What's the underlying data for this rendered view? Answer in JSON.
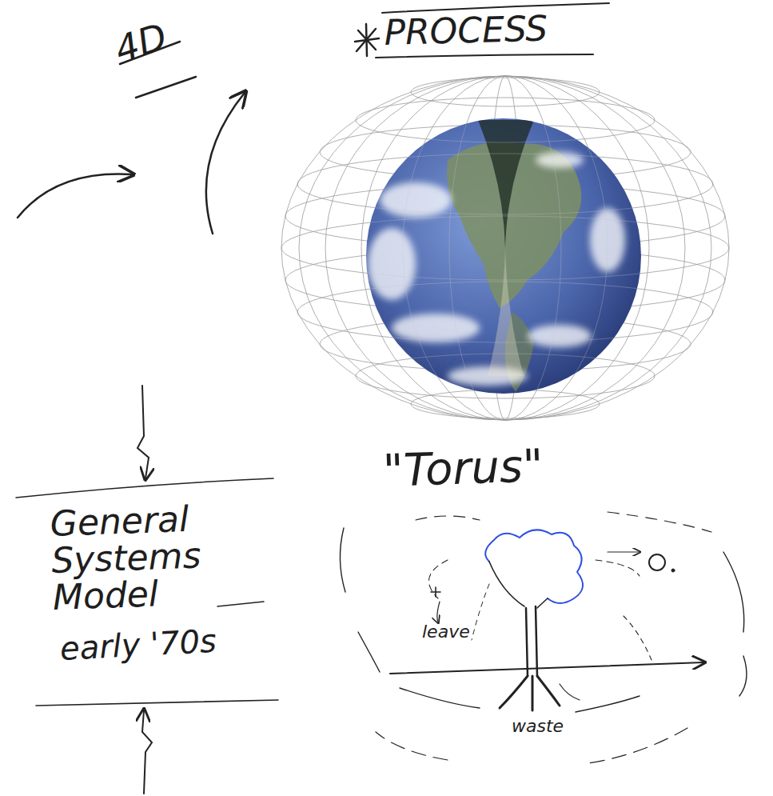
{
  "diagram": {
    "labels": [
      "4D",
      "PROCESS",
      "General Systems Model",
      "early '70s",
      "\"Torus\"",
      "leave",
      "waste"
    ]
  }
}
